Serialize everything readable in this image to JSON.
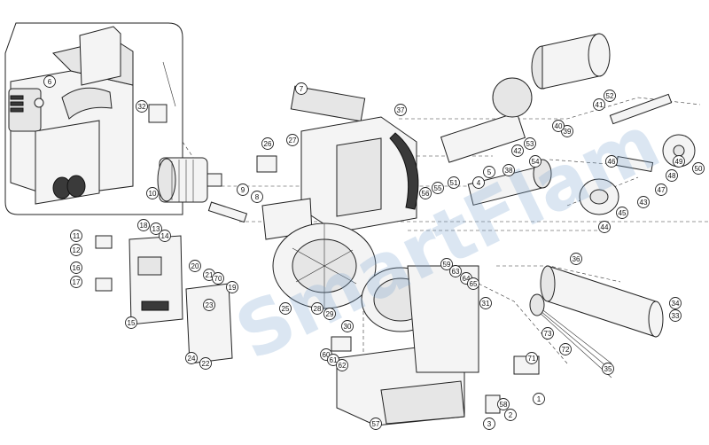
{
  "diagram": {
    "watermark": "SmartFlam",
    "callouts": [
      "1",
      "2",
      "3",
      "4",
      "5",
      "6",
      "7",
      "8",
      "9",
      "10",
      "11",
      "12",
      "13",
      "14",
      "15",
      "16",
      "17",
      "18",
      "19",
      "20",
      "21",
      "22",
      "23",
      "24",
      "25",
      "26",
      "27",
      "28",
      "29",
      "30",
      "31",
      "32",
      "33",
      "34",
      "35",
      "36",
      "37",
      "38",
      "39",
      "40",
      "41",
      "42",
      "43",
      "44",
      "45",
      "46",
      "47",
      "48",
      "49",
      "50",
      "51",
      "52",
      "53",
      "54",
      "55",
      "56",
      "57",
      "58",
      "59",
      "60",
      "61",
      "62",
      "63",
      "64",
      "65",
      "70",
      "71",
      "72",
      "73"
    ]
  }
}
